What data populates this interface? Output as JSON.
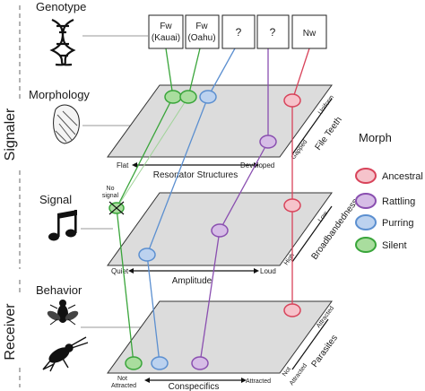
{
  "side_labels": {
    "signaler": "Signaler",
    "receiver": "Receiver"
  },
  "levels": {
    "genotype": "Genotype",
    "morphology": "Morphology",
    "signal": "Signal",
    "behavior": "Behavior"
  },
  "genotype_boxes": [
    {
      "line1": "Fw",
      "line2": "(Kauai)"
    },
    {
      "line1": "Fw",
      "line2": "(Oahu)"
    },
    {
      "line1": "?",
      "line2": ""
    },
    {
      "line1": "?",
      "line2": ""
    },
    {
      "line1": "Nw",
      "line2": ""
    }
  ],
  "morphology_plane": {
    "x_left": "Flat",
    "x_title": "Resonator Structures",
    "x_right": "Developed",
    "y_low": "Gapped",
    "y_title": "File Teeth",
    "y_high": "Uniform"
  },
  "signal_plane": {
    "x_left": "Quiet",
    "x_title": "Amplitude",
    "x_right": "Loud",
    "y_low": "High",
    "y_title": "Broadbandedness",
    "y_high": "Low",
    "no_signal_label_1": "No",
    "no_signal_label_2": "signal"
  },
  "behavior_plane": {
    "x_left_1": "Not",
    "x_left_2": "Attracted",
    "x_title": "Conspecifics",
    "x_right": "Attracted",
    "y_low_1": "Not",
    "y_low_2": "Attracted",
    "y_title": "Parasites",
    "y_high": "Attracted"
  },
  "legend": {
    "title": "Morph",
    "items": [
      {
        "label": "Ancestral",
        "stroke": "#d8435a",
        "fill": "#f6c3cb"
      },
      {
        "label": "Rattling",
        "stroke": "#8a4fb0",
        "fill": "#d6bde6"
      },
      {
        "label": "Purring",
        "stroke": "#5b8fd0",
        "fill": "#bcd2ef"
      },
      {
        "label": "Silent",
        "stroke": "#39a53a",
        "fill": "#a9dd9e"
      }
    ]
  },
  "icons": [
    "dna-icon",
    "wing-icon",
    "music-note-icon",
    "fly-icon",
    "cricket-icon"
  ]
}
